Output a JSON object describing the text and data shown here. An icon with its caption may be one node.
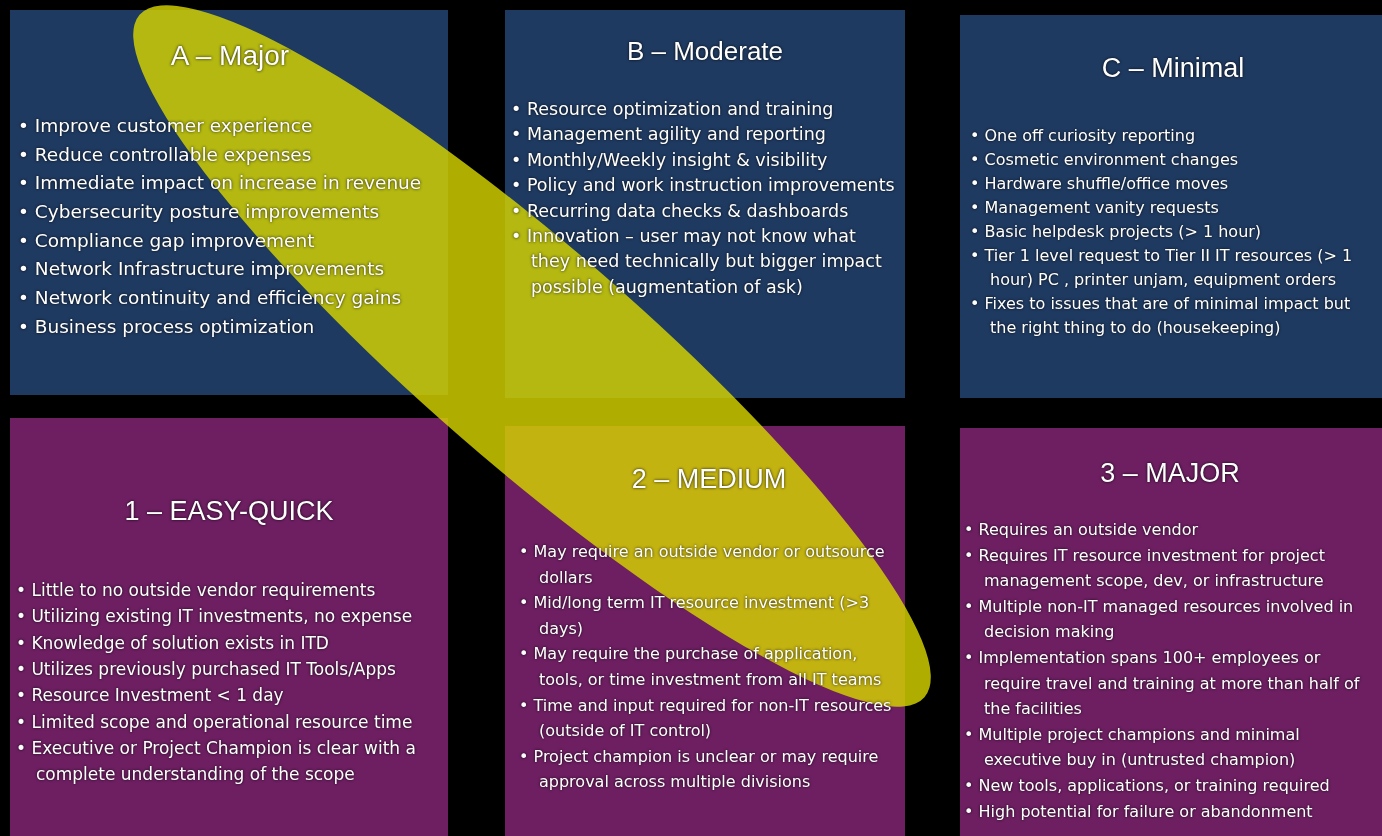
{
  "diagram": {
    "nodes": [
      {
        "text": [
          "A – Major",
          "• Improve customer experience",
          "• Reduce controllable expenses",
          "• Immediate impact on increase in revenue",
          "• Cybersecurity posture improvements",
          "• Compliance gap improvement",
          "• Network Infrastructure improvements",
          "• Network continuity and efficiency gains",
          "• Business process optimization"
        ]
      },
      {
        "text": [
          "B – Moderate",
          "• Resource optimization and training",
          "• Management agility and reporting",
          "• Monthly/Weekly insight & visibility",
          "• Policy and work instruction improvements",
          "• Recurring data checks  & dashboards",
          "• Innovation – user may not know what they need technically but bigger impact possible (augmentation of ask)"
        ]
      },
      {
        "text": [
          "C – Minimal",
          "• One off curiosity reporting",
          "• Cosmetic environment changes",
          "• Hardware shuffle/office moves",
          "• Management vanity requests",
          "• Basic helpdesk projects (> 1 hour)",
          "• Tier 1 level request to Tier II IT resources (> 1 hour) PC , printer unjam, equipment orders",
          "• Fixes to issues that are of minimal impact but the right thing to do (housekeeping)"
        ]
      },
      {
        "text": [
          "1 – EASY-QUICK",
          "• Little to no outside vendor requirements",
          "• Utilizing existing IT investments, no expense",
          "• Knowledge of solution exists in ITD",
          "• Utilizes previously purchased IT Tools/Apps",
          "• Resource Investment < 1 day",
          "• Limited scope and operational resource time",
          "• Executive or Project Champion is clear with a complete understanding of the scope"
        ]
      },
      {
        "text": [
          "2 – MEDIUM",
          "• May require an outside vendor or outsource dollars",
          "• Mid/long term IT resource investment (>3 days)",
          "• May require the purchase of application, tools, or time investment from all IT teams",
          "• Time and input required for non-IT resources (outside of IT control)",
          "• Project champion is unclear or may require approval across multiple divisions"
        ]
      },
      {
        "text": [
          "3 – MAJOR",
          "• Requires an outside vendor",
          "• Requires IT resource investment for project management scope, dev, or infrastructure",
          "• Multiple non-IT managed resources involved in decision making",
          "• Implementation spans 100+ employees or require travel and training at more than half of the facilities",
          "• Multiple project champions and minimal executive buy in (untrusted champion)",
          "• New tools, applications, or training required",
          "• High potential for failure or abandonment"
        ]
      }
    ]
  }
}
